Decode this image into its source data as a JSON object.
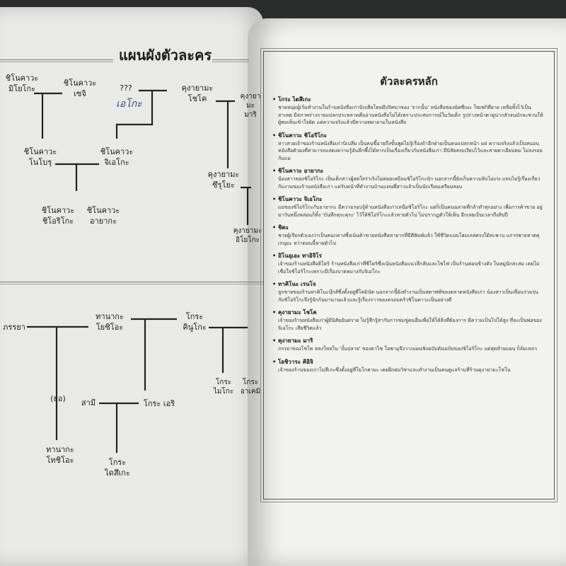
{
  "left_page": {
    "title": "แผนผังตัวละคร",
    "handwriting": "เอโกะ",
    "top_chart": {
      "n1": "ชิโนคาวะ\nมิโยโกะ",
      "n2": "ชิโนคาวะ\nเซจิ",
      "n3": "???",
      "n4": "คุงายามะ\nโชโค",
      "n5": "คุงายามะ\nมาริ",
      "n6": "ชิโนคาวะ\nโนโบรุ",
      "n7": "ชิโนคาวะ\nจิเอโกะ",
      "n8": "คุงายามะ\nซึรุโยะ",
      "n9": "คุงายามะ\nอิโยโกะ",
      "n10": "ชิโนคาวะ\nชิโอริโกะ",
      "n11": "ชิโนคาวะ\nอายากะ"
    },
    "bottom_chart": {
      "m1": "ภรรยา",
      "m2": "ทานากะ\nโยชิโอะ",
      "m3": "โกระ\nคินูโกะ",
      "m4": "(ย่อ)",
      "m5": "สามี",
      "m6": "โกระ เอริ",
      "m7": "โกระ\nไมโกะ",
      "m8": "โกระ\nอาเคมิ",
      "m9": "ทานากะ\nโทชิโอะ",
      "m10": "โกระ\nไดสึเกะ"
    }
  },
  "right_page": {
    "title": "ตัวละครหลัก",
    "entries": [
      {
        "name": "โกระ ไดสึเกะ",
        "text": "ชายหนุ่มผู้เริ่มทำงานในร้านหนังสือเก่าบิเบลียโดยมีปริศนาของ 'จากนั้น' หนังสือของนัตซึเมะ โซเซกิที่ยาย เหลือทิ้งไว้เป็นสาเหตุ มีสภาพร่างกายแปลกประหลาดคืออ่านหนังสือไม่ได้เพราะประสบการณ์ในวัยเด็ก รูปร่างหน้าตาดูน่ากลัวจนมักจะชวนให้ผู้พบเห็นเข้าใจผิด แต่ความจริงแล้วมีความพยายามในหนังสือ"
      },
      {
        "name": "ชิโนคาวะ ชิโอริโกะ",
        "text": "สาวสวยเจ้าของร้านหนังสือเก่าบิเบลีย เป็นคนขี้อายถึงขั้นพูดไม่รู้เรื่องถ้าอีกฝ่ายเป็นคนแปลกหน้า แต่ ความจริงแล้วเป็นหนอนหนังสือตัวยงที่สามารถแสดงความรู้อันลึกซึ้งได้หากเป็นเรื่องเกี่ยวกับหนังสือเก่า มีนิสัยสงบเงียบไว้และสายตาเฉียบคม ไม่ลงรอยกับแม่"
      },
      {
        "name": "ชิโนคาวะ อายากะ",
        "text": "น้องสาวของชิโอริโกะ เป็นเด็กสาวผู้สดใสร่าเริงไม่ค่อยเหมือนชิโอริโกะนัก นอกจากนี้ยังเก็บความลับไม่เก่ง แทบไม่รู้เรื่องเกี่ยวกับงานของร้านหนังสือเก่า แต่รับหน้าที่ทำงานบ้านแทนพี่สาวแล้วเป็นนักเรียนเตรียมสอบ"
      },
      {
        "name": "ชิโนคาวะ จิเอโกะ",
        "text": "แม่ของชิโอริโกะกับอายากะ มีความรอบรู้ด้านหนังสือเก่าเหนือชิโอริโกะ แต่ก็เป็นคนฉลาดที่กล้าทำทุกอย่าง เพื่อการค้าขาย อยู่มาวันหนึ่งหล่อนก็ทิ้ง 'บันทึกคุระคุระ' ไว้ให้ชิโอริโกะแล้วหายตัวไป ไม่ปรากฏตัวให้เห็น อีกเลยเป็นเวลาถึงสิบปี"
      },
      {
        "name": "ชิดะ",
        "text": "ชายผู้เรียกตัวเองว่าเป็นคนกลางซึ่งเน้นค้าขายหนังสือหายากที่มีดีพิมพ์แล้ว ใช้ชีวิตแบบโฮมเลสตรงใต้สะพาน แถวๆชายหาดคุเกนุมะ หว่าตอนนี้หายตัวไป"
      },
      {
        "name": "อิโนอุเอะ ทาอิจิโร",
        "text": "เจ้าของร้านหนังสือฮิโตริ ร้านหนังสือเก่าที่ซีโตริซึ่งเน้นหนังสือแนวลึกลับและไซไฟ เป็นร้านค่อนข้างดัง ในหมู่นักสะสม เคยไม่เชื่อใจชิโอริโกะเพราะมีเรื่องบาดหมางกับจิเอโกะ"
      },
      {
        "name": "ทาคิโนะ เรนโจ",
        "text": "ลูกชายของร้านทาคิโนะบุ๊กส์ซึ่งตั้งอยู่ที่โคมินัต นอกจากนี้ยังทำงานเป็นสตาฟฟ์ของตลาดหนังสือเก่า น้องสาวเป็นเพื่อนร่วมรุ่นกับชิโอริโกะจึงรู้จักกันมานานแล้วและรู้เรื่องราวของครอบครัวชิโนคาวะเป็นอย่างดี"
      },
      {
        "name": "คุงายามะ โชโค",
        "text": "เจ้าของร้านหนังสือเก่าผู้มีนิสัยอันตราย ไม่รู้สึกรู้สากับการข่มขู่คนอื่นเพื่อให้ได้สิ่งที่ต้องการ มีความเป็นไปได้สูง ที่จะเป็นพ่อของจิเอโกะ เสียชีวิตแล้ว"
      },
      {
        "name": "คุงายามะ มาริ",
        "text": "ภรรยาของโชโค หลงใหลใน 'บั้นปลาย' ของดาไซ โอซามุจึงวางแผนชิงฉบับต้นฉบับของชิโอริโกะ แต่สุดท้ายแผน ก็ล้มเหลว"
      },
      {
        "name": "โยชิวาระ คิอิจิ",
        "text": "เจ้าของร้านของเก่าไมสึเกะซึ่งตั้งอยู่ที่โยโกฮามะ เคยฝึกฝนวิชาและทำงานเป็นคนดูแลร้านที่ร้านคุงายามะโชโน"
      }
    ]
  }
}
